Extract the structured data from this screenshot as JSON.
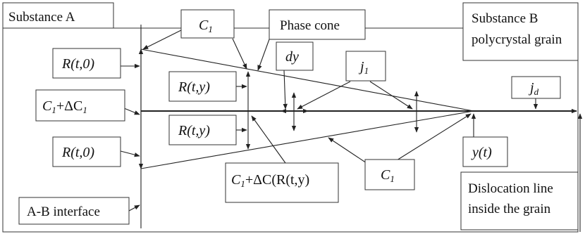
{
  "labels": {
    "substance_a": "Substance A",
    "substance_b_line1": "Substance B",
    "substance_b_line2": "polycrystal grain",
    "phase_cone": "Phase cone",
    "interface": "A-B interface",
    "dislocation_line1": "Dislocation line",
    "dislocation_line2": "inside the grain"
  },
  "math": {
    "c1_top": {
      "main": "C",
      "sub": "1"
    },
    "c1_bottom": {
      "main": "C",
      "sub": "1"
    },
    "dy": "dy",
    "j1": {
      "main": "j",
      "sub": "1"
    },
    "jd": {
      "main": "j",
      "sub": "d"
    },
    "r_t0_top": "R(t,0)",
    "r_t0_bottom": "R(t,0)",
    "r_ty_top": "R(t,y)",
    "r_ty_bottom": "R(t,y)",
    "c1_delta": {
      "c": "C",
      "sub": "1",
      "plus": "+ΔC",
      "sub2": "1"
    },
    "c1_delta_r": {
      "c": "C",
      "sub": "1",
      "rest": "+ΔC(R(t,y)"
    },
    "y_t": "y(t)"
  },
  "colors": {
    "line": "#222222",
    "box_border": "#333333",
    "background": "#ffffff"
  }
}
